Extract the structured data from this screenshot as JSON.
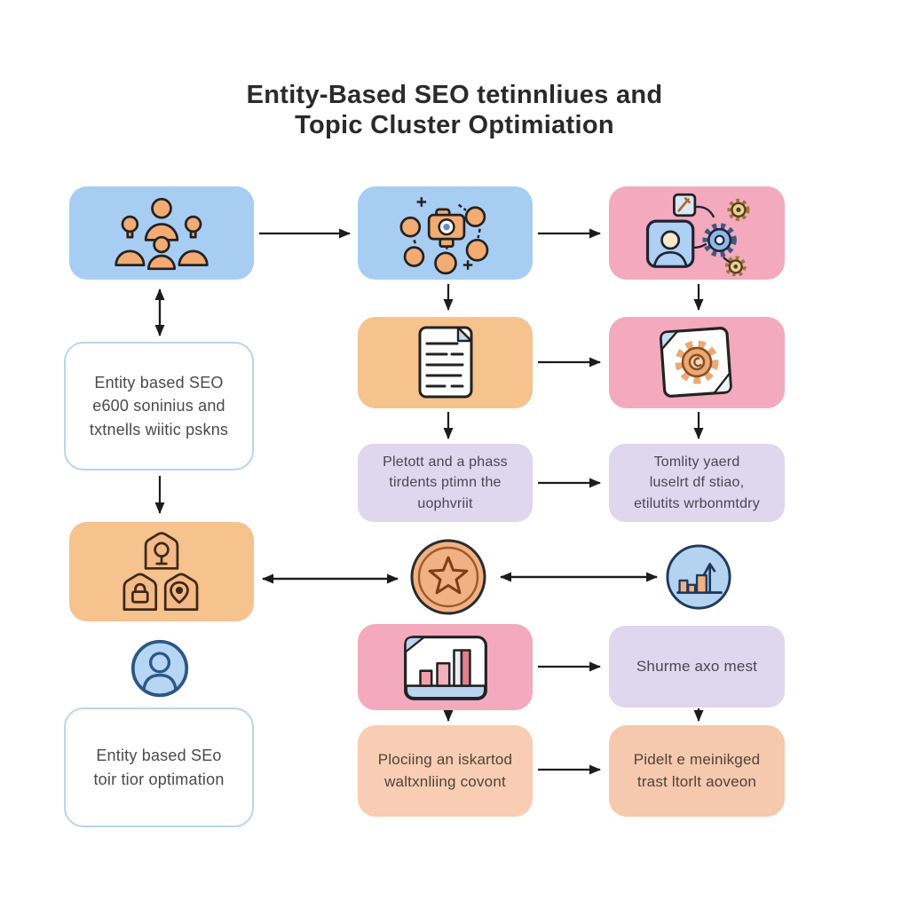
{
  "title": {
    "line1": "Entity-Based SEO tetinnliues and",
    "line2": "Topic Cluster Optimiation"
  },
  "nodes": {
    "audience_group": {
      "icon": "people-group-icon"
    },
    "entity_network": {
      "icon": "entity-network-icon"
    },
    "user_process": {
      "icon": "user-process-icon"
    },
    "content_document": {
      "icon": "document-icon"
    },
    "document_gear": {
      "icon": "document-gear-icon"
    },
    "local_badges": {
      "icon": "badges-icon"
    },
    "star_medal": {
      "icon": "star-medal-icon"
    },
    "growth_chart": {
      "icon": "growth-chart-icon"
    },
    "user_avatar": {
      "icon": "user-avatar-icon"
    },
    "analytics_board": {
      "icon": "analytics-chart-icon"
    },
    "entity_seo_note_top": {
      "lines": [
        "Entity based SEO",
        "e600 soninius and",
        "txtnells wiitic pskns"
      ]
    },
    "phase_note": {
      "lines": [
        "Pletott and a phass",
        "tirdents ptimn the",
        "uophvriit"
      ]
    },
    "topicality_note": {
      "lines": [
        "Tomlity yaerd",
        "luselrt df stiao,",
        "etilutits wrbonmtdry"
      ]
    },
    "share_note": {
      "lines": [
        "Shurme axo mest"
      ]
    },
    "entity_seo_note_bottom": {
      "lines": [
        "Entity based SEo",
        "toir tior optimation"
      ]
    },
    "tracking_note": {
      "lines": [
        "Plociing an iskartod",
        "waltxnliing covont"
      ]
    },
    "trust_note": {
      "lines": [
        "Pidelt e meinikged",
        "trast ltorlt aoveon"
      ]
    }
  },
  "palette": {
    "blue_box": "#a8cdf2",
    "pink_box": "#f3a9be",
    "orange_box": "#f6c28d",
    "purple_box": "#ded7ee",
    "peach_box": "#f8cdb3",
    "white_box_border": "#b9d5ea",
    "arrow": "#1c1c1c",
    "icon_orange": "#f2ab72",
    "icon_blue": "#b4d3f1",
    "icon_outline": "#222222",
    "coin_fill": "#f2b183",
    "title_color": "#2a2a2a"
  }
}
